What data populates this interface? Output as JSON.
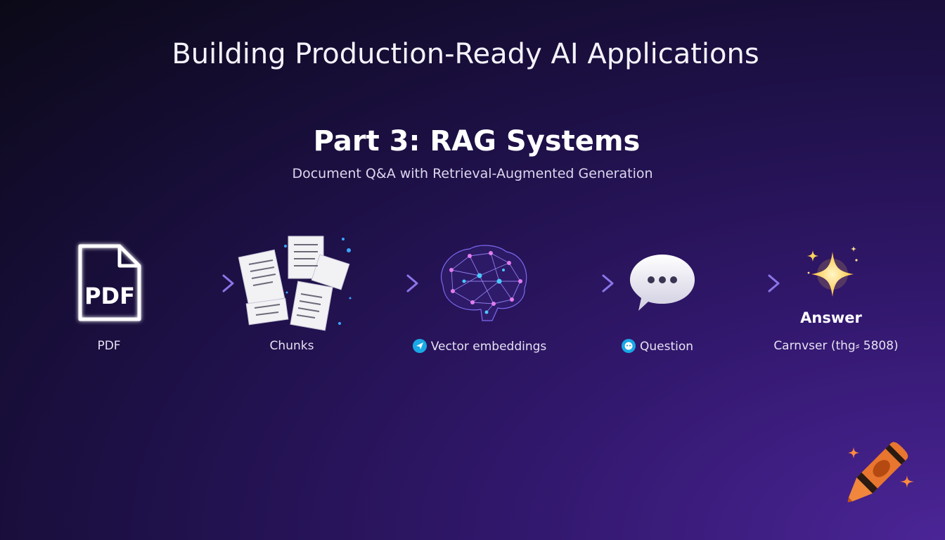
{
  "slide": {
    "title": "Building Production-Ready AI Applications",
    "part_title": "Part 3: RAG Systems",
    "subtitle": "Document Q&A with Retrieval-Augmented Generation"
  },
  "pipeline": {
    "stages": [
      {
        "label": "PDF",
        "icon": "pdf-document-icon",
        "icon_text": "PDF"
      },
      {
        "label": "Chunks",
        "icon": "document-chunks-icon"
      },
      {
        "label": "Vector embeddings",
        "icon": "neural-brain-icon",
        "badge_icon": "send-arrow-icon"
      },
      {
        "label": "Question",
        "icon": "speech-bubble-icon",
        "badge_icon": "chat-face-icon"
      },
      {
        "label": "Carnvser (thg⸗ 5808)",
        "title": "Answer",
        "icon": "sparkle-icon"
      }
    ]
  },
  "colors": {
    "background_dark": "#0b0917",
    "background_purple": "#4b2596",
    "arrow": "#8a76e8",
    "badge": "#1aa7e6",
    "sparkle": "#ffd55a",
    "crayon": "#e8762e"
  },
  "logo": {
    "icon": "crayon-logo-icon"
  }
}
